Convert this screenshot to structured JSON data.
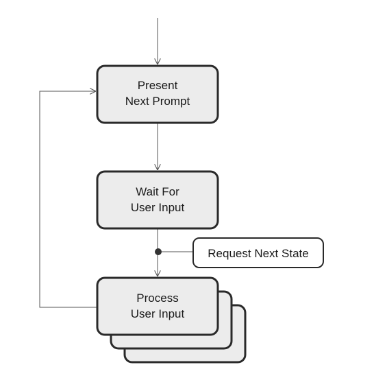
{
  "diagram": {
    "present": {
      "line1": "Present",
      "line2": "Next Prompt"
    },
    "wait": {
      "line1": "Wait For",
      "line2": "User Input"
    },
    "process": {
      "line1": "Process",
      "line2": "User Input"
    },
    "request": {
      "label": "Request Next State"
    }
  },
  "colors": {
    "box_fill": "#ececec",
    "box_stroke": "#2a2a2a",
    "line": "#555555",
    "junction": "#333333"
  }
}
